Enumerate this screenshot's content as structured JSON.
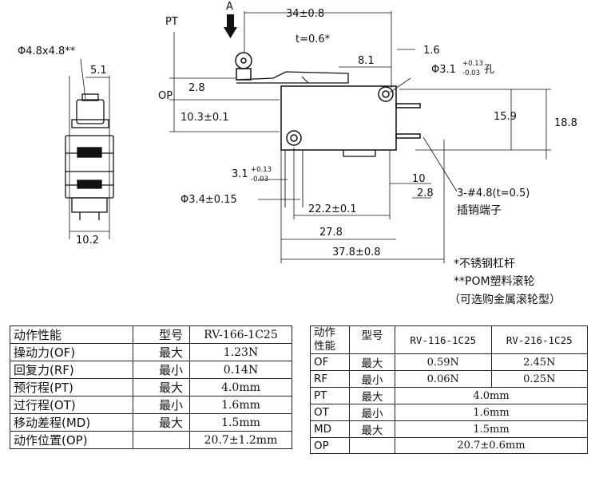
{
  "labels": {
    "roller_size": "Φ4.8x4.8**",
    "dim_5_1": "5.1",
    "dim_10_2": "10.2",
    "pt": "PT",
    "arrow_a": "A",
    "op": "OP",
    "dim_2_8_top": "2.8",
    "dim_10_3": "10.3±0.1",
    "dim_34": "34±0.8",
    "dim_t06": "t=0.6*",
    "dim_1_6": "1.6",
    "dim_8_1": "8.1",
    "hole_prefix": "Φ3.1",
    "hole_tol_up": "+0.13",
    "hole_tol_down": "-0.03",
    "hole_suffix": "孔",
    "dim_15_9": "15.9",
    "dim_18_8": "18.8",
    "dim_3_1": "3.1",
    "dim_3_1_up": "+0.13",
    "dim_3_1_down": "-0.03",
    "dim_10": "10",
    "dim_2_8_bot": "2.8",
    "terminal_spec": "3-#4.8(t=0.5)",
    "terminal_name": "插销端子",
    "dim_phi34": "Φ3.4±0.15",
    "dim_22_2": "22.2±0.1",
    "dim_27_8": "27.8",
    "dim_37_8": "37.8±0.8",
    "note1": "*不锈钢杠杆",
    "note2": "**POM塑料滚轮",
    "note3": "（可选购金属滚轮型）"
  },
  "table1": {
    "head_left": "动作性能",
    "head_mid": "型号",
    "head_model": "RV-166-1C25",
    "rows": [
      {
        "param": "操动力(OF)",
        "limit": "最大",
        "value": "1.23N"
      },
      {
        "param": "回复力(RF)",
        "limit": "最小",
        "value": "0.14N"
      },
      {
        "param": "预行程(PT)",
        "limit": "最大",
        "value": "4.0mm"
      },
      {
        "param": "过行程(OT)",
        "limit": "最小",
        "value": "1.6mm"
      },
      {
        "param": "移动差程(MD)",
        "limit": "最大",
        "value": "1.5mm"
      },
      {
        "param": "动作位置(OP)",
        "limit": "",
        "value": "20.7±1.2mm"
      }
    ]
  },
  "table2": {
    "head_left_1": "动作",
    "head_left_2": "性能",
    "head_mid": "型号",
    "model_a": "RV-116-1C25",
    "model_b": "RV-216-1C25",
    "rows": [
      {
        "param": "OF",
        "limit": "最大",
        "a": "0.59N",
        "b": "2.45N"
      },
      {
        "param": "RF",
        "limit": "最小",
        "a": "0.06N",
        "b": "0.25N"
      },
      {
        "param": "PT",
        "limit": "最大",
        "common": "4.0mm"
      },
      {
        "param": "OT",
        "limit": "最小",
        "common": "1.6mm"
      },
      {
        "param": "MD",
        "limit": "最大",
        "common": "1.5mm"
      },
      {
        "param": "OP",
        "limit": "",
        "common": "20.7±0.6mm"
      }
    ]
  }
}
